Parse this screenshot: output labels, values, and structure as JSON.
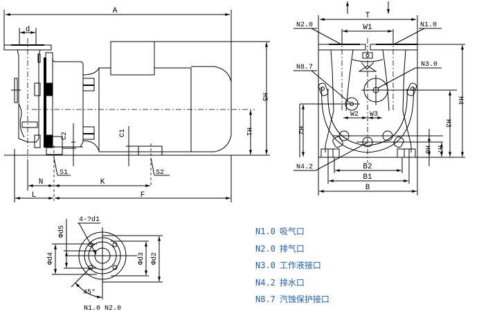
{
  "drawing": {
    "side_view": {
      "dims": {
        "A": "A",
        "d": "d",
        "H5": "H5",
        "H1": "H1",
        "C1": "C1",
        "C2": "C2",
        "S1": "S1",
        "S2": "S2",
        "N": "N",
        "K": "K",
        "L": "L",
        "F": "F"
      }
    },
    "front_view": {
      "dims": {
        "T": "T",
        "W1": "W1",
        "W2": "W2",
        "W3": "W3",
        "H2": "H2",
        "H3": "H3",
        "H4": "H4",
        "H6": "H6",
        "H7": "H7",
        "B": "B",
        "B1": "B1",
        "B2": "B2"
      },
      "ports": {
        "n1": "N1.0",
        "n2": "N2.0",
        "n3": "N3.0",
        "n42": "N4.2",
        "n87": "N8.7"
      }
    },
    "flange_view": {
      "holes": "4-?d1",
      "d2": "Φd2",
      "d3": "Φd3",
      "d4": "Φd4",
      "d5": "Φd5",
      "angle": "45°",
      "caption": "N1.0 N2.0"
    }
  },
  "legend": {
    "color": "#1f5fb4",
    "items": [
      {
        "code": "N1.0",
        "label": "吸气口"
      },
      {
        "code": "N2.0",
        "label": "排气口"
      },
      {
        "code": "N3.0",
        "label": "工作液接口"
      },
      {
        "code": "N4.2",
        "label": "排水口"
      },
      {
        "code": "N8.7",
        "label": "汽蚀保护接口"
      }
    ]
  }
}
